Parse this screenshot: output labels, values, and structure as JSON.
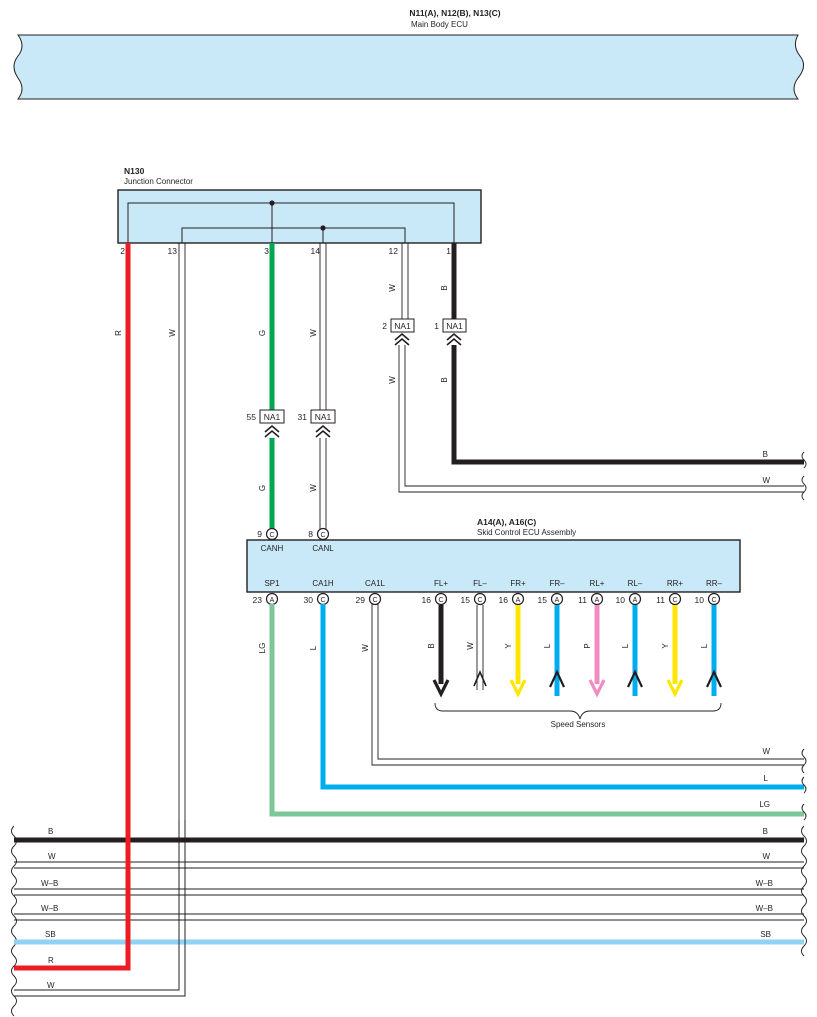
{
  "main_ecu": {
    "code": "N11(A), N12(B), N13(C)",
    "name": "Main Body ECU"
  },
  "junction": {
    "code": "N130",
    "name": "Junction Connector",
    "pins": [
      "2",
      "13",
      "3",
      "14",
      "12",
      "1"
    ]
  },
  "skid_ecu": {
    "code": "A14(A), A16(C)",
    "name": "Skid Control ECU Assembly",
    "top_pins": [
      {
        "num": "9",
        "conn": "C",
        "name": "CANH"
      },
      {
        "num": "8",
        "conn": "C",
        "name": "CANL"
      }
    ],
    "bottom_pins": [
      {
        "num": "23",
        "conn": "A",
        "name": "SP1"
      },
      {
        "num": "30",
        "conn": "C",
        "name": "CA1H"
      },
      {
        "num": "29",
        "conn": "C",
        "name": "CA1L"
      },
      {
        "num": "16",
        "conn": "C",
        "name": "FL+"
      },
      {
        "num": "15",
        "conn": "C",
        "name": "FL–"
      },
      {
        "num": "16",
        "conn": "A",
        "name": "FR+"
      },
      {
        "num": "15",
        "conn": "A",
        "name": "FR–"
      },
      {
        "num": "11",
        "conn": "A",
        "name": "RL+"
      },
      {
        "num": "10",
        "conn": "A",
        "name": "RL–"
      },
      {
        "num": "11",
        "conn": "C",
        "name": "RR+"
      },
      {
        "num": "10",
        "conn": "C",
        "name": "RR–"
      }
    ]
  },
  "na1_connectors": [
    {
      "num": "2",
      "label": "NA1"
    },
    {
      "num": "1",
      "label": "NA1"
    },
    {
      "num": "55",
      "label": "NA1"
    },
    {
      "num": "31",
      "label": "NA1"
    }
  ],
  "speed_sensors_label": "Speed Sensors",
  "wire_codes": {
    "r": "R",
    "w": "W",
    "g": "G",
    "b": "B",
    "lg": "LG",
    "l": "L",
    "y": "Y",
    "p": "P",
    "wb": "W–B",
    "sb": "SB"
  },
  "colors": {
    "red": "#ed1c24",
    "green": "#00a651",
    "black": "#231f20",
    "light_green": "#7cc797",
    "blue": "#00aeef",
    "yellow": "#ffe600",
    "pink": "#f28cc0",
    "sky": "#8fd3f4",
    "box_fill": "#c9e8f8"
  }
}
